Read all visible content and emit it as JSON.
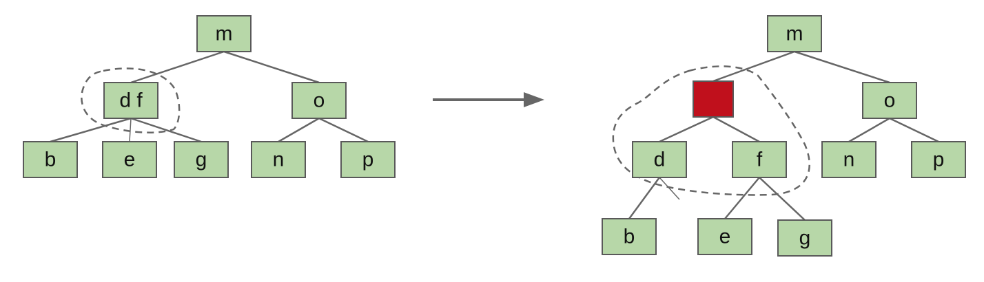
{
  "colors": {
    "node_fill": "#b7d7a8",
    "node_border": "#595959",
    "highlight_node": "#c0101c",
    "edge": "#666666"
  },
  "left_tree": {
    "root": "m",
    "internal_left": "d f",
    "internal_right": "o",
    "leaves": [
      "b",
      "e",
      "g",
      "n",
      "p"
    ]
  },
  "right_tree": {
    "root": "m",
    "new_node": "",
    "internal_right": "o",
    "child_left": "d",
    "child_right": "f",
    "leaves_right": [
      "n",
      "p"
    ],
    "leaves_bottom": [
      "b",
      "e",
      "g"
    ]
  }
}
